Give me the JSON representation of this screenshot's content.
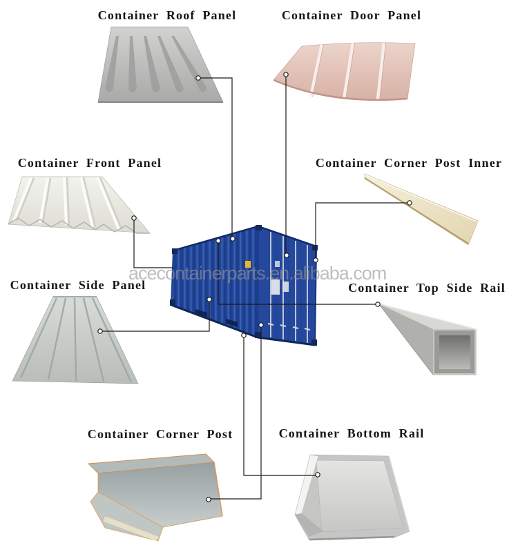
{
  "diagram": {
    "watermark": "acecontainerparts.en.alibaba.com",
    "labels": {
      "roof_panel": "Container Roof Panel",
      "door_panel": "Container Door Panel",
      "front_panel": "Container Front Panel",
      "corner_post_inner": "Container Corner Post Inner",
      "side_panel": "Container Side Panel",
      "top_side_rail": "Container Top Side Rail",
      "corner_post": "Container Corner Post",
      "bottom_rail": "Container Bottom Rail"
    },
    "colors": {
      "container_blue": "#24479a",
      "container_blue_dark": "#1d3e8c",
      "label_text": "#161616",
      "connector_line": "#1a1a1a",
      "watermark_gray": "#9a9a9a",
      "door_panel_pink": "#e2c2b8",
      "corner_post_edge_orange": "#d09050",
      "steel_gray": "#b8b8b4",
      "sticker_yellow": "#f0b429"
    }
  }
}
